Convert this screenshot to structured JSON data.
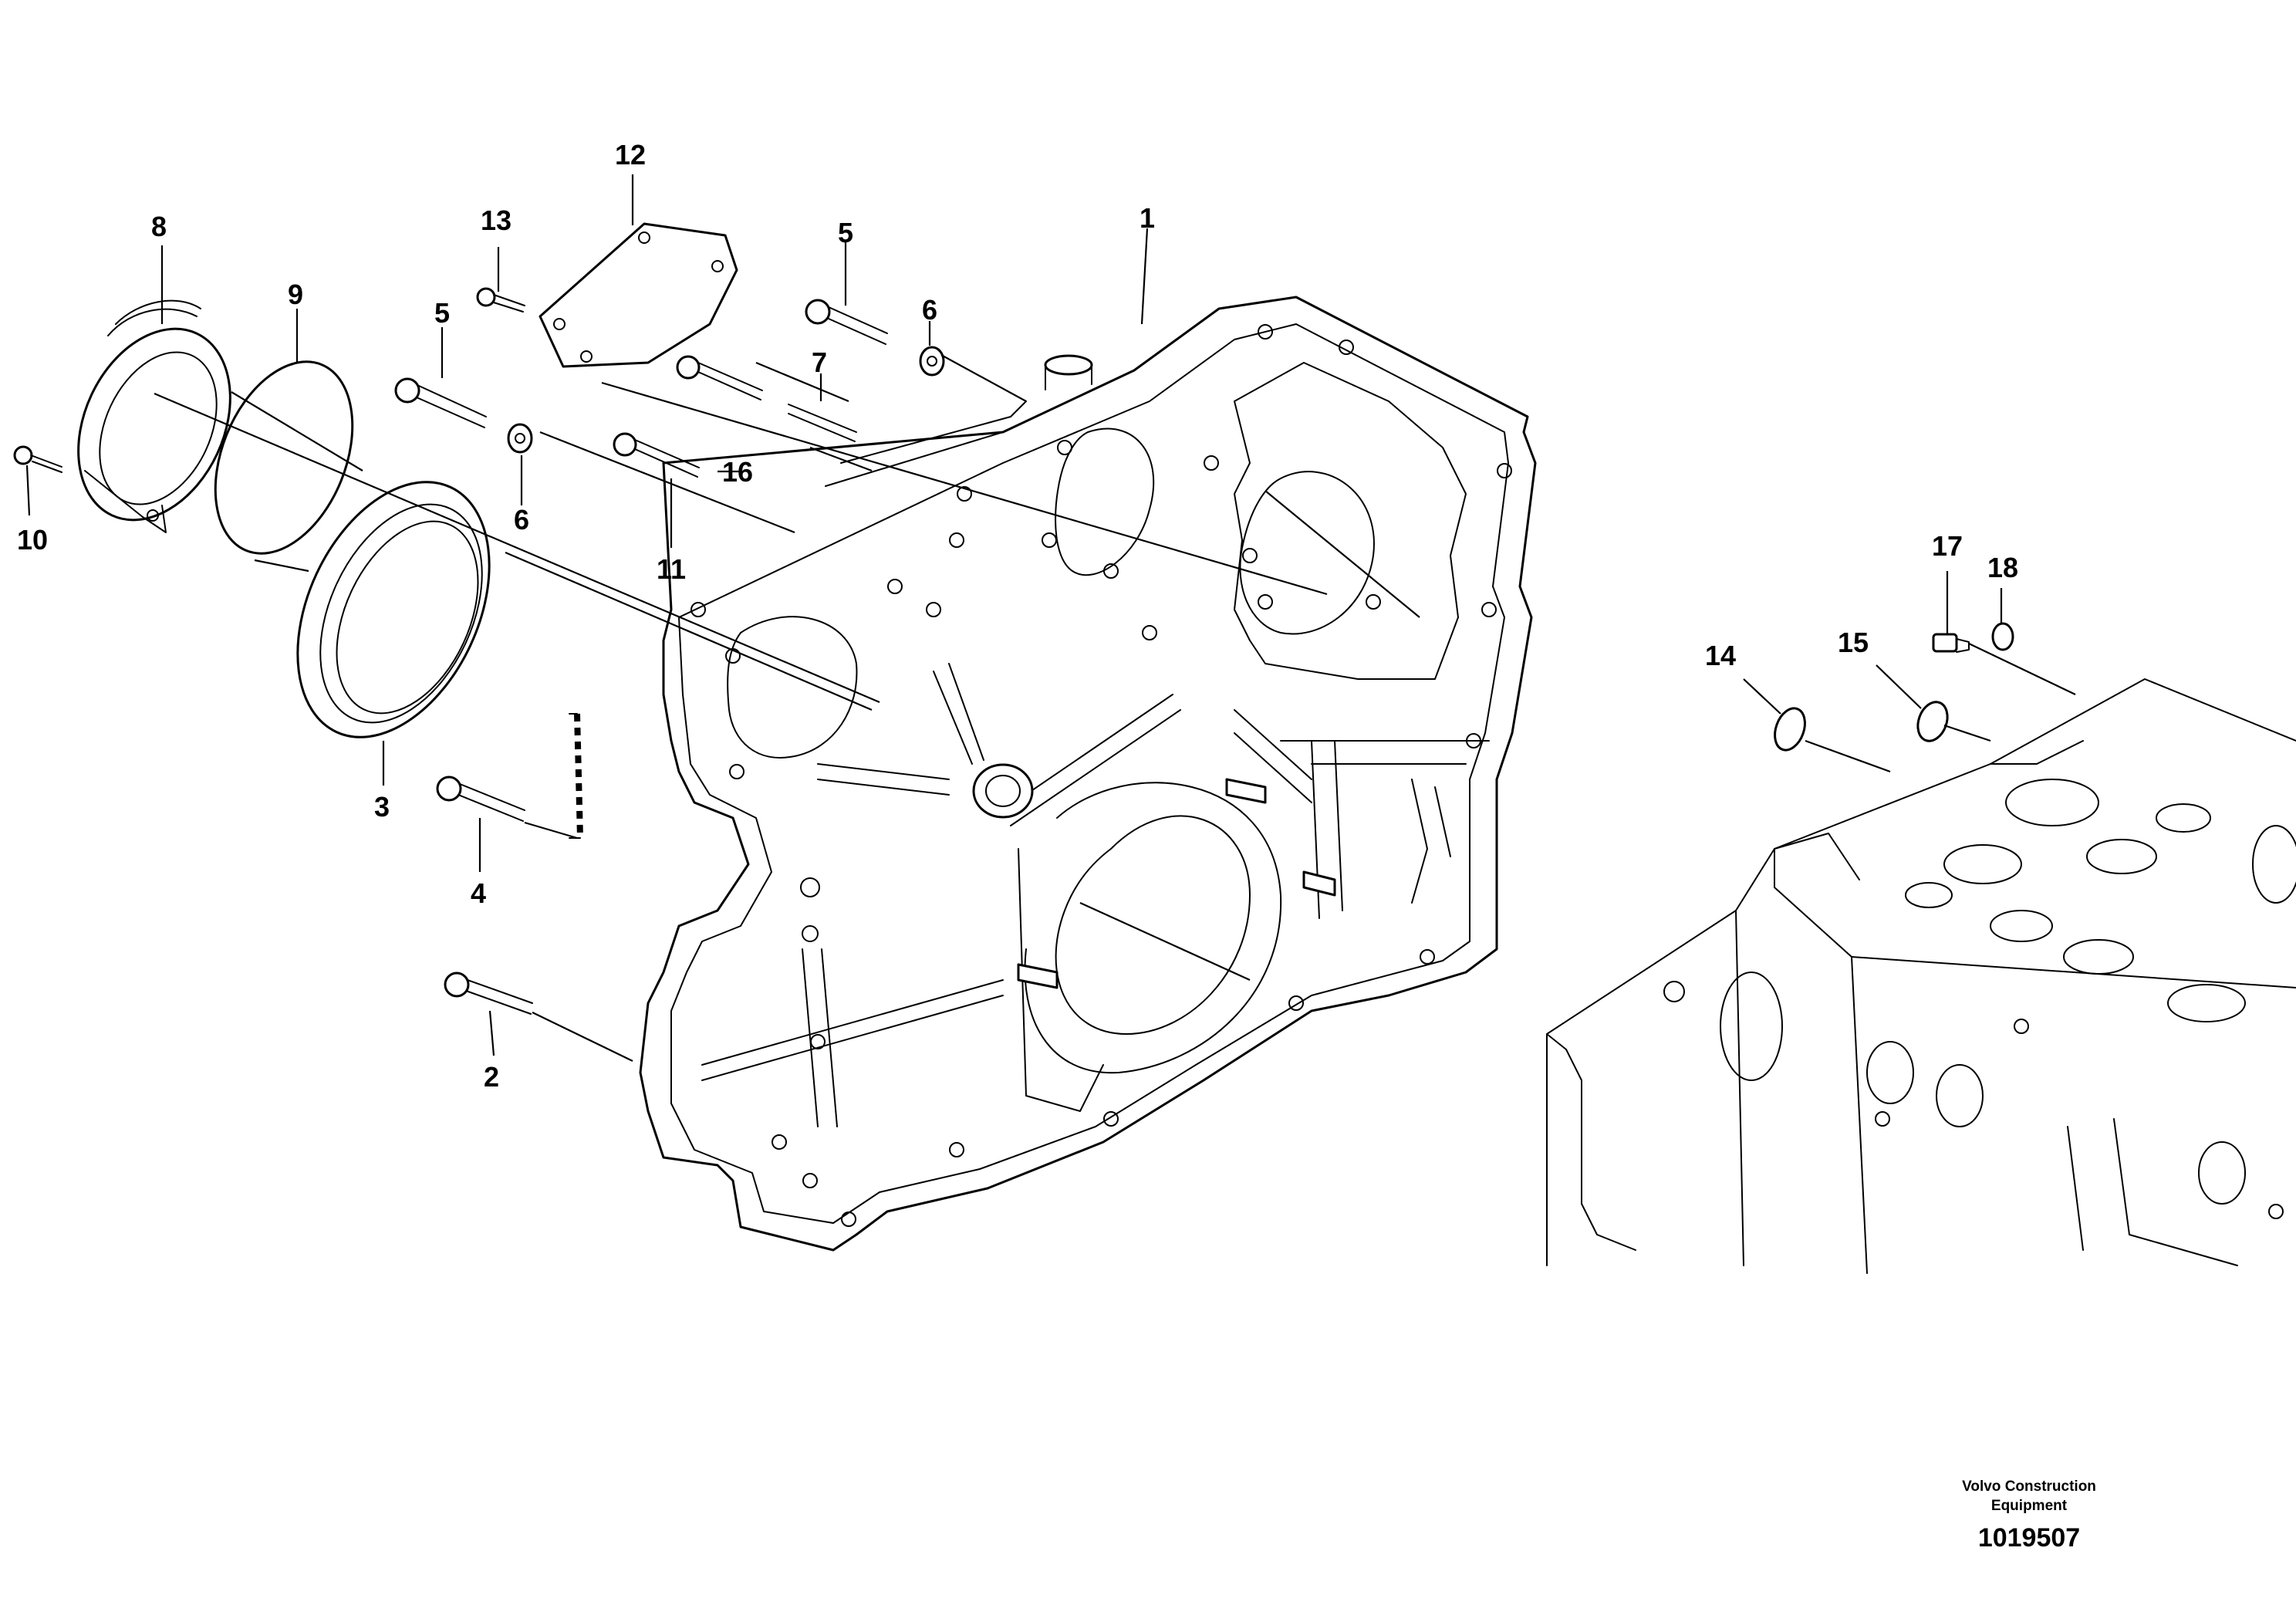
{
  "callouts": {
    "c1": "1",
    "c2": "2",
    "c3": "3",
    "c4": "4",
    "c5a": "5",
    "c5b": "5",
    "c6a": "6",
    "c6b": "6",
    "c7": "7",
    "c8": "8",
    "c9": "9",
    "c10": "10",
    "c11": "11",
    "c12": "12",
    "c13": "13",
    "c14": "14",
    "c15": "15",
    "c16": "16",
    "c17": "17",
    "c18": "18"
  },
  "footer": {
    "company_line1": "Volvo Construction",
    "company_line2": "Equipment",
    "document_number": "1019507"
  },
  "style": {
    "line_color": "#000000",
    "background": "#ffffff"
  }
}
